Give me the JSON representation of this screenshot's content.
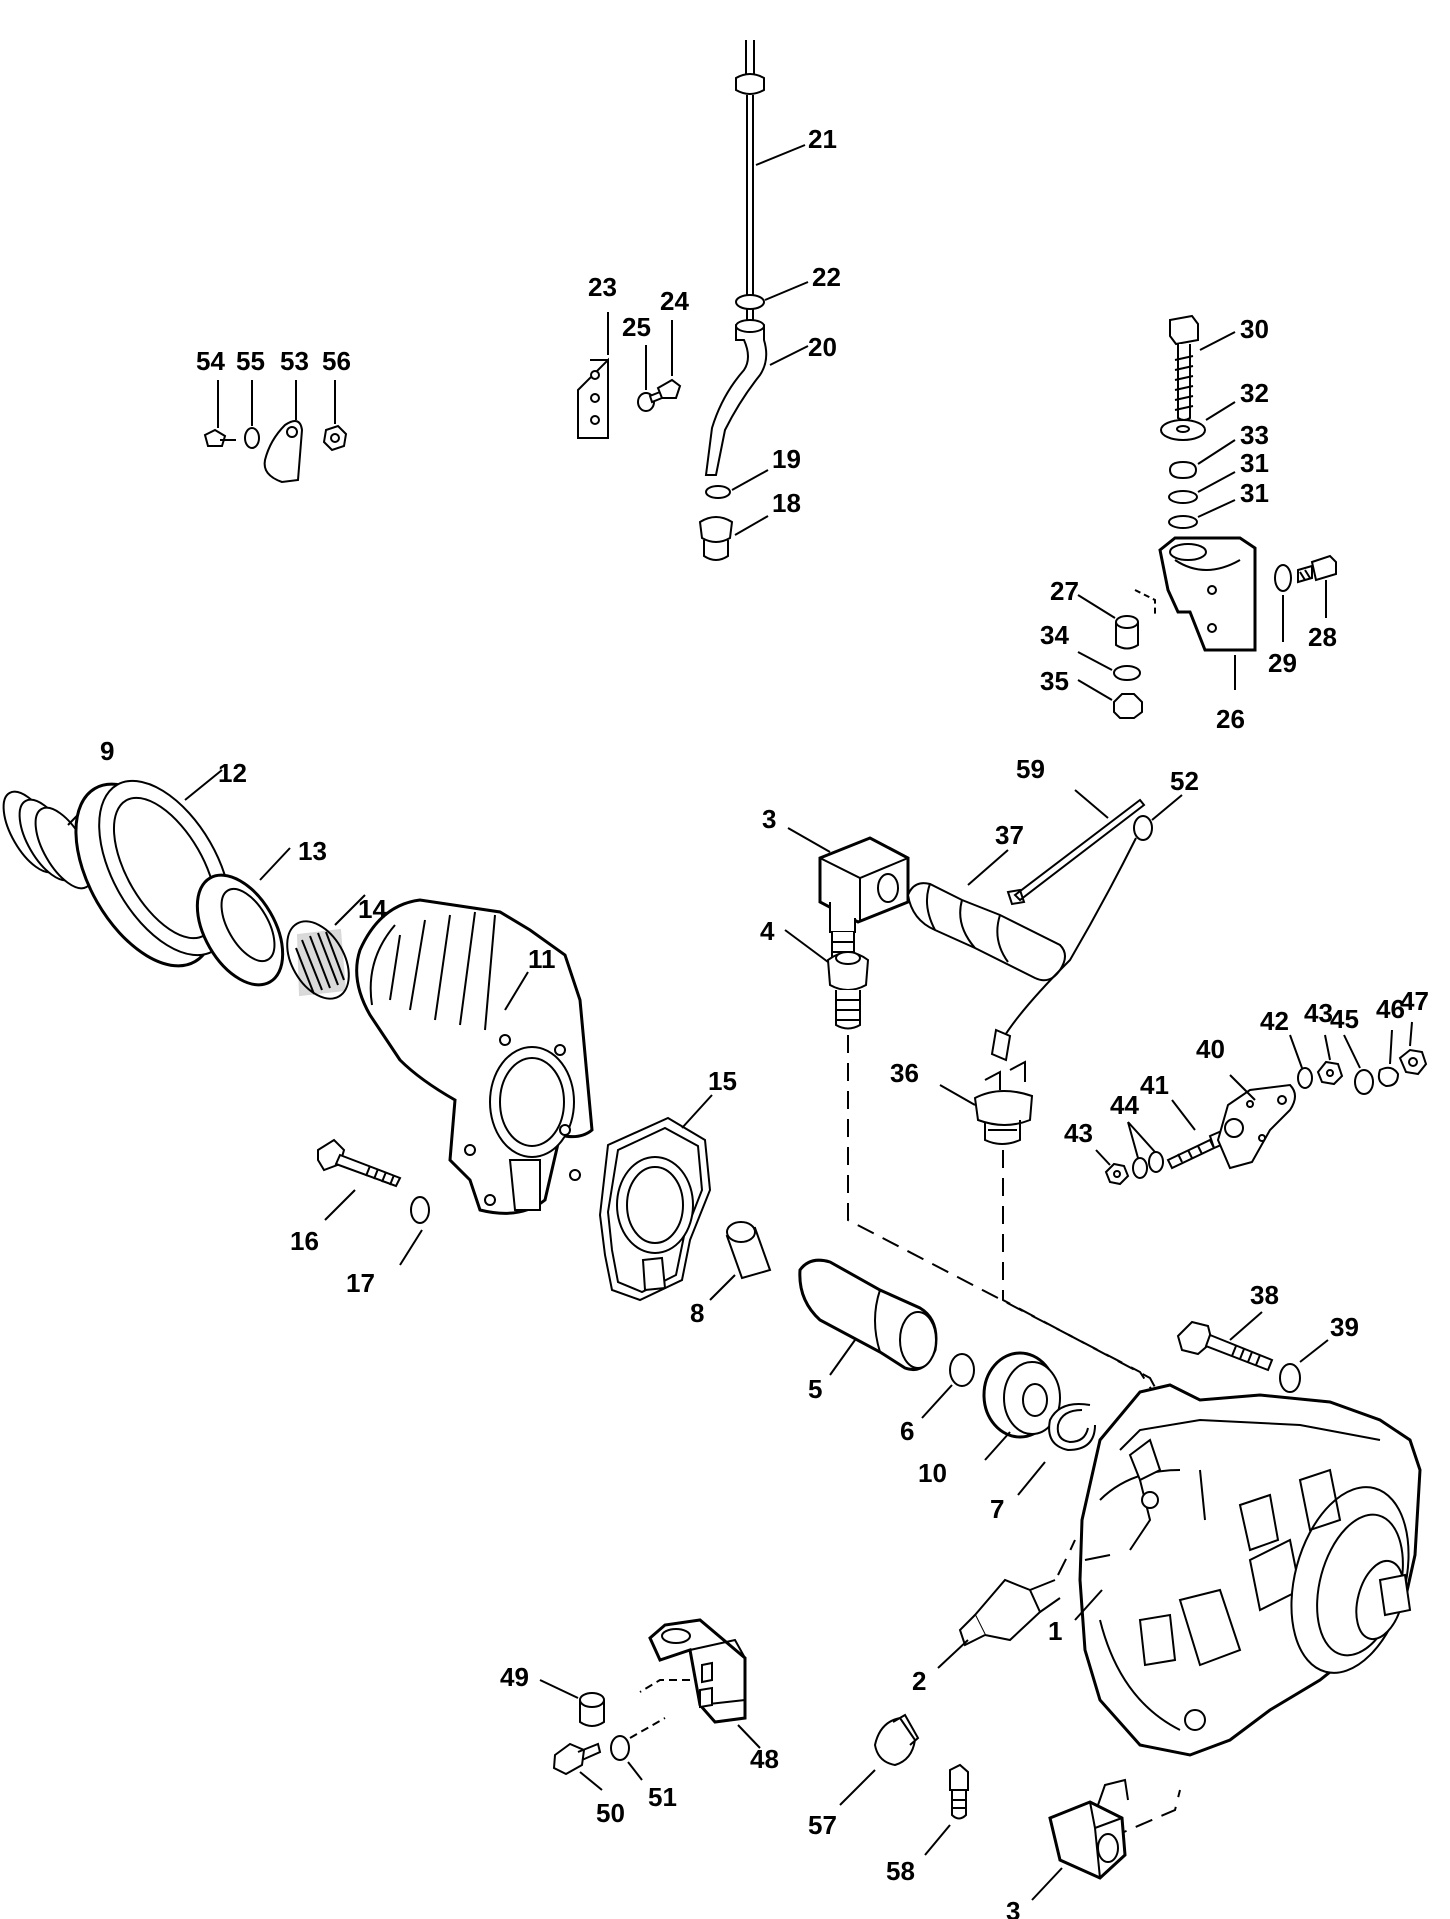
{
  "callouts": {
    "c1": "1",
    "c2": "2",
    "c3a": "3",
    "c3b": "3",
    "c4": "4",
    "c5": "5",
    "c6": "6",
    "c7": "7",
    "c8": "8",
    "c9": "9",
    "c10": "10",
    "c11": "11",
    "c12": "12",
    "c13": "13",
    "c14": "14",
    "c15": "15",
    "c16": "16",
    "c17": "17",
    "c18": "18",
    "c19": "19",
    "c20": "20",
    "c21": "21",
    "c22": "22",
    "c23": "23",
    "c24": "24",
    "c25": "25",
    "c26": "26",
    "c27": "27",
    "c28": "28",
    "c29": "29",
    "c30": "30",
    "c31a": "31",
    "c31b": "31",
    "c32": "32",
    "c33": "33",
    "c34": "34",
    "c35": "35",
    "c36": "36",
    "c37": "37",
    "c38": "38",
    "c39": "39",
    "c40": "40",
    "c41": "41",
    "c42": "42",
    "c43a": "43",
    "c43b": "43",
    "c44": "44",
    "c45": "45",
    "c46": "46",
    "c47": "47",
    "c48": "48",
    "c49": "49",
    "c50": "50",
    "c51": "51",
    "c52": "52",
    "c53": "53",
    "c54": "54",
    "c55": "55",
    "c56": "56",
    "c57": "57",
    "c58": "58",
    "c59": "59"
  }
}
